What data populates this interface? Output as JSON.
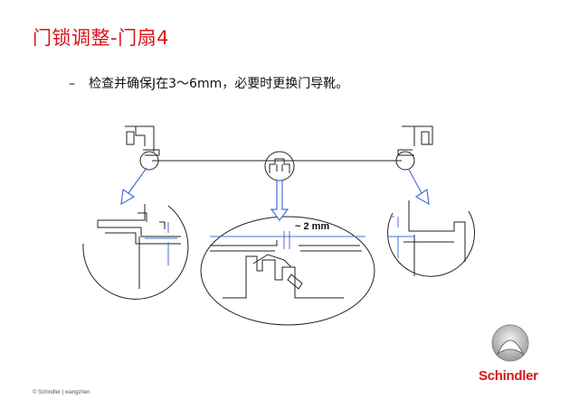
{
  "slide": {
    "title": "门锁调整-门扇4",
    "bullet_dash": "–",
    "bullet_text": "检查并确保J在3～6mm，必要时更换门导靴。"
  },
  "diagram": {
    "dimension_label": "~ 2 mm",
    "line_color": "#222222",
    "highlight_color": "#4a6fd6"
  },
  "footer": {
    "copyright": "© Schindler | wangzhen"
  },
  "brand": {
    "logo_text": "Schindler",
    "logo_icon": "schindler-logo-icon",
    "color": "#d8141c"
  }
}
